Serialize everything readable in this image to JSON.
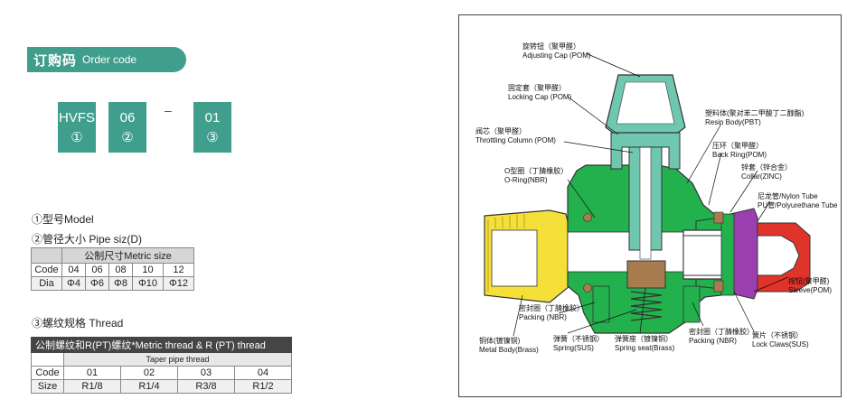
{
  "banner": {
    "zh": "订购码",
    "en": "Order code"
  },
  "code": [
    {
      "text": "HVFS",
      "num": "①"
    },
    {
      "text": "06",
      "num": "②"
    },
    {
      "text": "01",
      "num": "③"
    }
  ],
  "dash": "–",
  "labels": {
    "model": "①型号Model",
    "pipe": "②管径大小 Pipe siz(D)",
    "thread": "③螺纹规格 Thread"
  },
  "metric_table": {
    "header": "公制尺寸Metric size",
    "code_label": "Code",
    "codes": [
      "04",
      "06",
      "08",
      "10",
      "12"
    ],
    "dia_label": "Dia",
    "dias": [
      "Φ4",
      "Φ6",
      "Φ8",
      "Φ10",
      "Φ12"
    ]
  },
  "thread_table": {
    "header": "公制螺纹和R(PT)螺纹*Metric thread & R (PT) thread",
    "sub": "Taper pipe thread",
    "code_label": "Code",
    "codes": [
      "01",
      "02",
      "03",
      "04"
    ],
    "size_label": "Size",
    "sizes": [
      "R1/8",
      "R1/4",
      "R3/8",
      "R1/2"
    ]
  },
  "diagram": {
    "adjusting_cap": {
      "zh": "旋转钮（聚甲醛）",
      "en": "Adjusting Cap (POM)"
    },
    "locking_cap": {
      "zh": "固定套（聚甲醛）",
      "en": "Locking Cap (POM)"
    },
    "throttling": {
      "zh": "阀芯（聚甲醛）",
      "en": "Throttling Column (POM)"
    },
    "oring": {
      "zh": "O型圈（丁腈橡胶）",
      "en": "O-Ring(NBR)"
    },
    "resin_body": {
      "zh": "塑料体(聚对苯二甲酸丁二醇酯)",
      "en": "Resin Body(PBT)"
    },
    "back_ring": {
      "zh": "压环（聚甲醛）",
      "en": "Back Ring(POM)"
    },
    "collar": {
      "zh": "锌套（锌合金）",
      "en": "Collar(ZINC)"
    },
    "tube": {
      "zh": "尼龙管/Nylon Tube",
      "en": "PU管/Polyurethane Tube"
    },
    "sleeve": {
      "zh": "按钮(聚甲醛)",
      "en": "Sleeve(POM)"
    },
    "packing1": {
      "zh": "密封圈（丁腈橡胶）",
      "en": "Packing (NBR)"
    },
    "metal_body": {
      "zh": "铜体(镀镍铜)",
      "en": "Metal Body(Brass)"
    },
    "spring": {
      "zh": "弹簧（不锈钢）",
      "en": "Spring(SUS)"
    },
    "spring_seat": {
      "zh": "弹簧座（镀镍铜）",
      "en": "Spring seat(Brass)"
    },
    "packing2": {
      "zh": "密封圈（丁腈橡胶）",
      "en": "Packing (NBR)"
    },
    "lock_claws": {
      "zh": "簧片（不锈钢）",
      "en": "Lock Claws(SUS)"
    }
  },
  "colors": {
    "accent": "#3f9e8c",
    "resin": "#22b14c",
    "cap": "#6fc7b0",
    "brass": "#f5e03a",
    "spring_seat": "#a87c4f",
    "tube": "#e0342a",
    "sleeve": "#9b3fb0"
  }
}
